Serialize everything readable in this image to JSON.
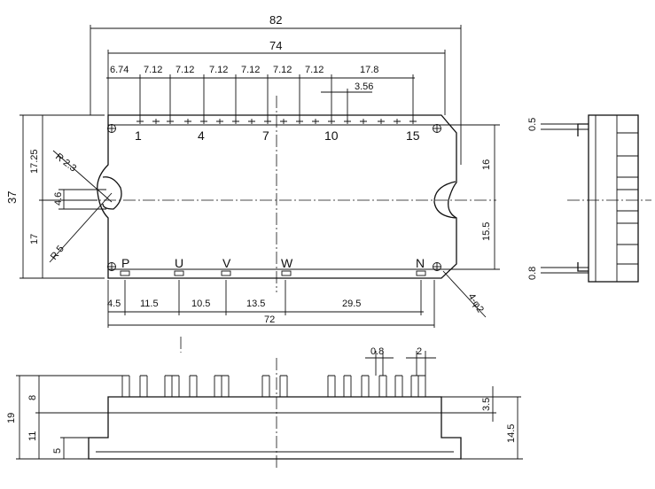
{
  "top_dims": {
    "overall_width": "82",
    "pin_span": "74",
    "pitches": [
      "6.74",
      "7.12",
      "7.12",
      "7.12",
      "7.12",
      "7.12",
      "7.12",
      "17.8"
    ],
    "sub_pitch": "3.56"
  },
  "pin_numbers": [
    "1",
    "4",
    "7",
    "10",
    "15"
  ],
  "terminal_labels": [
    "P",
    "U",
    "V",
    "W",
    "N"
  ],
  "left_dims": {
    "total_height": "37",
    "upper": "17.25",
    "lower": "17",
    "hole_dia": "4.6",
    "radius_upper": "R 2.3",
    "radius_lower": "R 5"
  },
  "right_dims": {
    "upper": "16",
    "lower": "15.5"
  },
  "bottom_dims": {
    "spacings": [
      "4.5",
      "11.5",
      "10.5",
      "13.5",
      "29.5"
    ],
    "span": "72",
    "mount_holes": "4-φ2"
  },
  "side_view": {
    "top_offset": "0.5",
    "bottom_offset": "0.8"
  },
  "front_view": {
    "pin_thickness": "0.8",
    "pin_width": "2",
    "pin_height": "8",
    "total_height": "19",
    "body_height": "11",
    "base_height": "5",
    "right_step": "3.5",
    "right_height": "14.5"
  }
}
